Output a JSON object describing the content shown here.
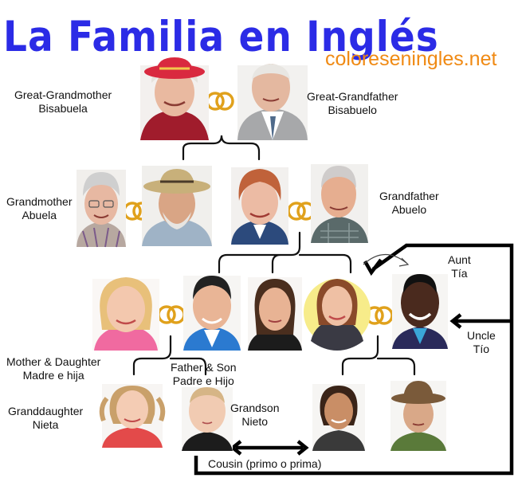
{
  "title": "La Familia en Inglés",
  "website": "coloreseningles.net",
  "labels": {
    "great_grandmother": {
      "en": "Great-Grandmother",
      "es": "Bisabuela"
    },
    "great_grandfather": {
      "en": "Great-Grandfather",
      "es": "Bisabuelo"
    },
    "grandmother": {
      "en": "Grandmother",
      "es": "Abuela"
    },
    "grandfather": {
      "en": "Grandfather",
      "es": "Abuelo"
    },
    "aunt": {
      "en": "Aunt",
      "es": "Tía"
    },
    "uncle": {
      "en": "Uncle",
      "es": "Tío"
    },
    "mother_daughter": {
      "en": "Mother & Daughter",
      "es": "Madre e hija"
    },
    "father_son": {
      "en": "Father & Son",
      "es": "Padre e Hijo"
    },
    "granddaughter": {
      "en": "Granddaughter",
      "es": "Nieta"
    },
    "grandson": {
      "en": "Grandson",
      "es": "Nieto"
    },
    "cousin": "Cousin (primo o prima)"
  },
  "colors": {
    "title": "#2b2be6",
    "website": "#f08a14",
    "ring": "#e0a11c",
    "aunt_highlight": "#f7ec8a"
  }
}
